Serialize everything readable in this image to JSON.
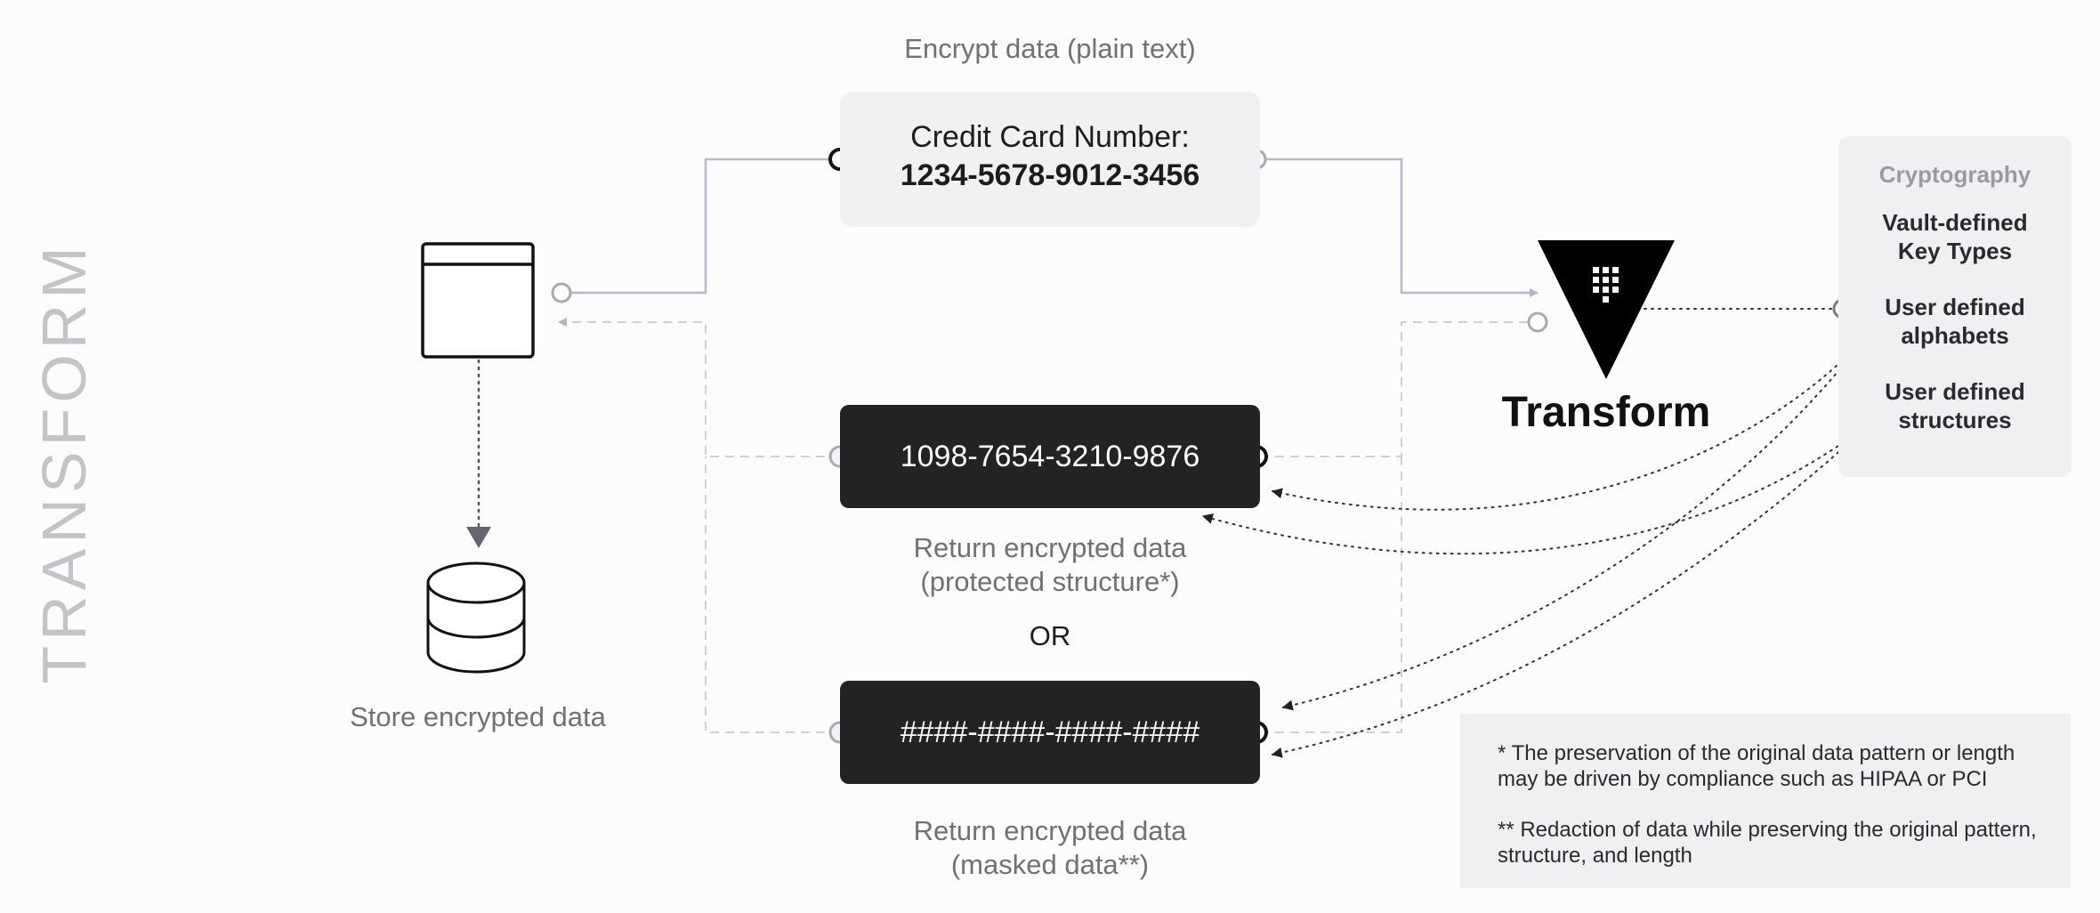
{
  "side_title": "TRANSFORM",
  "top_caption": "Encrypt data (plain text)",
  "plain_box": {
    "line1": "Credit Card Number:",
    "line2": "1234-5678-9012-3456"
  },
  "encrypted_box": {
    "value": "1098-7654-3210-9876"
  },
  "encrypted_caption": {
    "line1": "Return encrypted data",
    "line2": "(protected structure*)"
  },
  "or_label": "OR",
  "masked_box": {
    "value": "####-####-####-####"
  },
  "masked_caption": {
    "line1": "Return encrypted data",
    "line2": "(masked data**)"
  },
  "store_caption": "Store encrypted data",
  "transform_label": "Transform",
  "crypto_panel": {
    "heading": "Cryptography",
    "items": [
      {
        "line1": "Vault-defined",
        "line2": "Key Types"
      },
      {
        "line1": "User defined",
        "line2": "alphabets"
      },
      {
        "line1": "User defined",
        "line2": "structures"
      }
    ]
  },
  "notes": [
    "* The preservation of the original data pattern or length may be driven by compliance such as HIPAA or PCI",
    "** Redaction of data while preserving the original pattern, structure, and length"
  ],
  "colors": {
    "dark_box": "#242224",
    "panel": "#f0f0f2",
    "wire": "#b8b8c8",
    "dash": "#cfcfd4",
    "muted_text": "#707075"
  },
  "icons": [
    "application-window-icon",
    "database-icon",
    "vault-logo-icon"
  ]
}
